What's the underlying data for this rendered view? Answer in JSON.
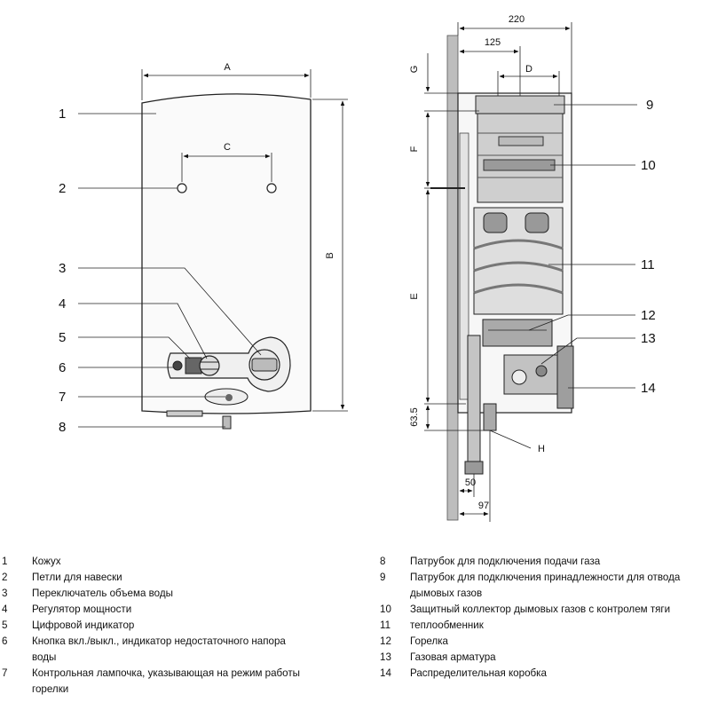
{
  "front_view": {
    "callouts": [
      "1",
      "2",
      "3",
      "4",
      "5",
      "6",
      "7",
      "8"
    ],
    "dims": {
      "a": "A",
      "b": "B",
      "c": "C"
    }
  },
  "side_view": {
    "callouts": [
      "9",
      "10",
      "11",
      "12",
      "13",
      "14"
    ],
    "dims": {
      "d220": "220",
      "d125": "125",
      "d": "D",
      "g": "G",
      "f": "F",
      "e": "E",
      "d63": "63.5",
      "d50": "50",
      "d97": "97",
      "h": "H"
    }
  },
  "legend": {
    "left": [
      {
        "num": "1",
        "lines": [
          "Кожух"
        ]
      },
      {
        "num": "2",
        "lines": [
          "Петли для навески"
        ]
      },
      {
        "num": "3",
        "lines": [
          "Переключатель объема воды"
        ]
      },
      {
        "num": "4",
        "lines": [
          "Регулятор мощности"
        ]
      },
      {
        "num": "5",
        "lines": [
          "Цифровой индикатор"
        ]
      },
      {
        "num": "6",
        "lines": [
          "Кнопка вкл./выкл., индикатор недостаточного напора",
          "воды"
        ]
      },
      {
        "num": "7",
        "lines": [
          "Контрольная лампочка, указывающая на режим работы",
          "горелки"
        ]
      }
    ],
    "right": [
      {
        "num": "8",
        "lines": [
          "Патрубок для подключения подачи газа"
        ]
      },
      {
        "num": "9",
        "lines": [
          "Патрубок для подключения принадлежности для отвода",
          "дымовых газов"
        ]
      },
      {
        "num": "10",
        "lines": [
          "Защитный коллектор дымовых газов с контролем тяги"
        ]
      },
      {
        "num": "11",
        "lines": [
          "теплообменник"
        ]
      },
      {
        "num": "12",
        "lines": [
          "Горелка"
        ]
      },
      {
        "num": "13",
        "lines": [
          "Газовая арматура"
        ]
      },
      {
        "num": "14",
        "lines": [
          "Распределительная коробка"
        ]
      }
    ]
  }
}
